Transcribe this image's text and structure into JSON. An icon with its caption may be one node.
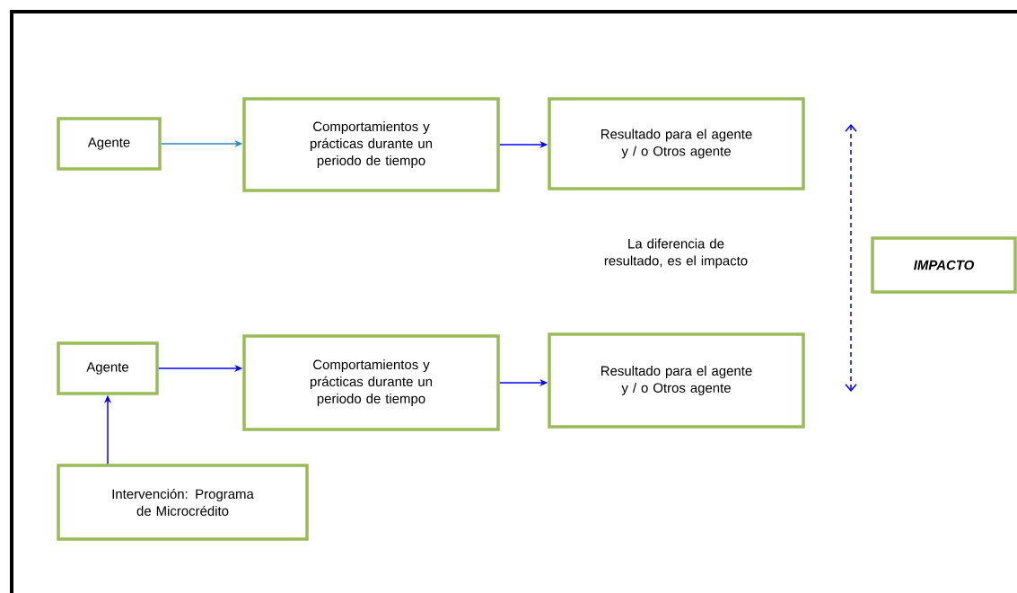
{
  "diagram": {
    "nodes": [
      {
        "text": [
          "Agente"
        ]
      },
      {
        "text": [
          "Comportamientos y prácticas durante un periodo de tiempo"
        ]
      },
      {
        "text": [
          "Resultado para el agente y / o Otros agente"
        ]
      },
      {
        "text": [
          "IMPACTO"
        ]
      },
      {
        "text": [
          "Agente"
        ]
      },
      {
        "text": [
          "Comportamientos y prácticas durante un periodo de tiempo"
        ]
      },
      {
        "text": [
          "Resultado para el agente y / o Otros agente"
        ]
      },
      {
        "text": [
          "Intervención: Programa de Microcrédito"
        ]
      }
    ],
    "edges": [
      {
        "from": 0,
        "to": 1,
        "arrow": "to",
        "color": "#2e86c1"
      },
      {
        "from": 1,
        "to": 2,
        "arrow": "to"
      },
      {
        "from": 4,
        "to": 5,
        "arrow": "to"
      },
      {
        "from": 5,
        "to": 6,
        "arrow": "to"
      },
      {
        "from": 7,
        "to": 4,
        "arrow": "to"
      }
    ],
    "labels": [
      "La diferencia de resultado, es el impacto"
    ]
  }
}
